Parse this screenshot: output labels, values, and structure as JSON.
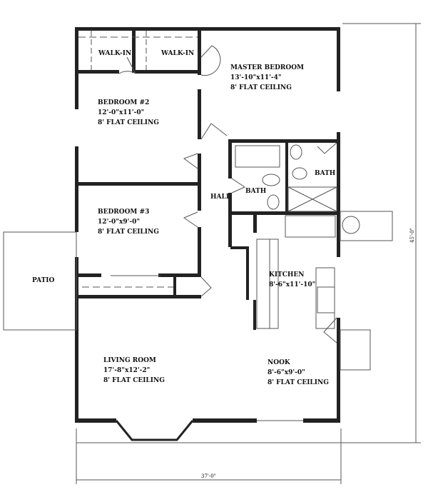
{
  "rooms": {
    "walkin_1": "WALK-IN",
    "walkin_2": "WALK-IN",
    "master": {
      "name": "MASTER BEDROOM",
      "size": "13'-10\"x11'-4\"",
      "ceiling": "8' FLAT CEILING"
    },
    "bedroom2": {
      "name": "BEDROOM #2",
      "size": "12'-0\"x11'-0\"",
      "ceiling": "8' FLAT CEILING"
    },
    "bedroom3": {
      "name": "BEDROOM #3",
      "size": "12'-0\"x9'-0\"",
      "ceiling": "8' FLAT CEILING"
    },
    "hall": "HALL",
    "bath_1": "BATH",
    "bath_2": "BATH",
    "patio": "PATIO",
    "kitchen": {
      "name": "KITCHEN",
      "size": "8'-6\"x11'-10\""
    },
    "living": {
      "name": "LIVING ROOM",
      "size": "17'-8\"x12'-2\"",
      "ceiling": "8' FLAT CEILING"
    },
    "nook": {
      "name": "NOOK",
      "size": "8'-6\"x9'-0\"",
      "ceiling": "8' FLAT CEILING"
    }
  },
  "dimensions": {
    "width": "37'-0\"",
    "depth": "45'-0\""
  }
}
